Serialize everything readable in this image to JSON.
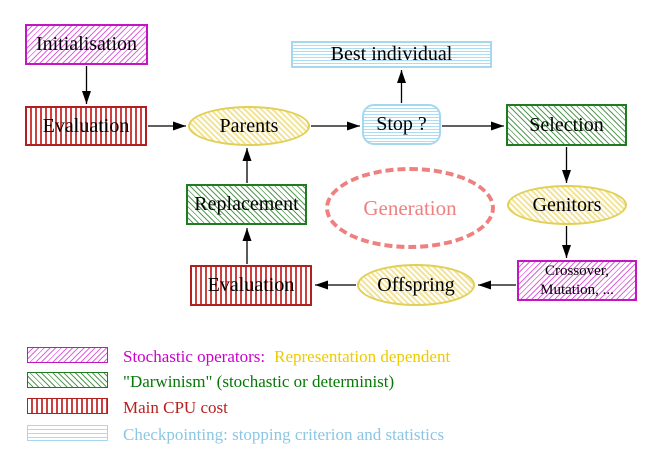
{
  "diagram": {
    "nodes": {
      "initialisation": "Initialisation",
      "evaluation_top": "Evaluation",
      "parents": "Parents",
      "best_individual": "Best individual",
      "stop": "Stop ?",
      "selection": "Selection",
      "replacement": "Replacement",
      "generation": "Generation",
      "genitors": "Genitors",
      "evaluation_bottom": "Evaluation",
      "crossover_line1": "Crossover,",
      "crossover_line2": "Mutation, ...",
      "offspring": "Offspring"
    },
    "edges": [
      {
        "from": "initialisation",
        "to": "evaluation_top"
      },
      {
        "from": "evaluation_top",
        "to": "parents"
      },
      {
        "from": "parents",
        "to": "stop"
      },
      {
        "from": "stop",
        "to": "best_individual"
      },
      {
        "from": "stop",
        "to": "selection"
      },
      {
        "from": "selection",
        "to": "genitors"
      },
      {
        "from": "genitors",
        "to": "crossover"
      },
      {
        "from": "crossover",
        "to": "offspring"
      },
      {
        "from": "offspring",
        "to": "evaluation_bottom"
      },
      {
        "from": "evaluation_bottom",
        "to": "replacement"
      },
      {
        "from": "replacement",
        "to": "parents"
      }
    ]
  },
  "legend": {
    "stochastic_label": "Stochastic operators:",
    "stochastic_suffix": "Representation dependent",
    "darwinism_label": "\"Darwinism\" (stochastic or determinist)",
    "cpu_label": "Main CPU cost",
    "checkpointing_label": "Checkpointing: stopping criterion and statistics"
  },
  "colors": {
    "magenta": "#cc00cc",
    "gold": "#eecb00",
    "green": "#067806",
    "dark_red": "#bb2020",
    "light_blue": "#8cc6e4",
    "coral": "#ef8080",
    "yellow_node_border": "#e2cf55",
    "arrow_black": "#000000"
  }
}
